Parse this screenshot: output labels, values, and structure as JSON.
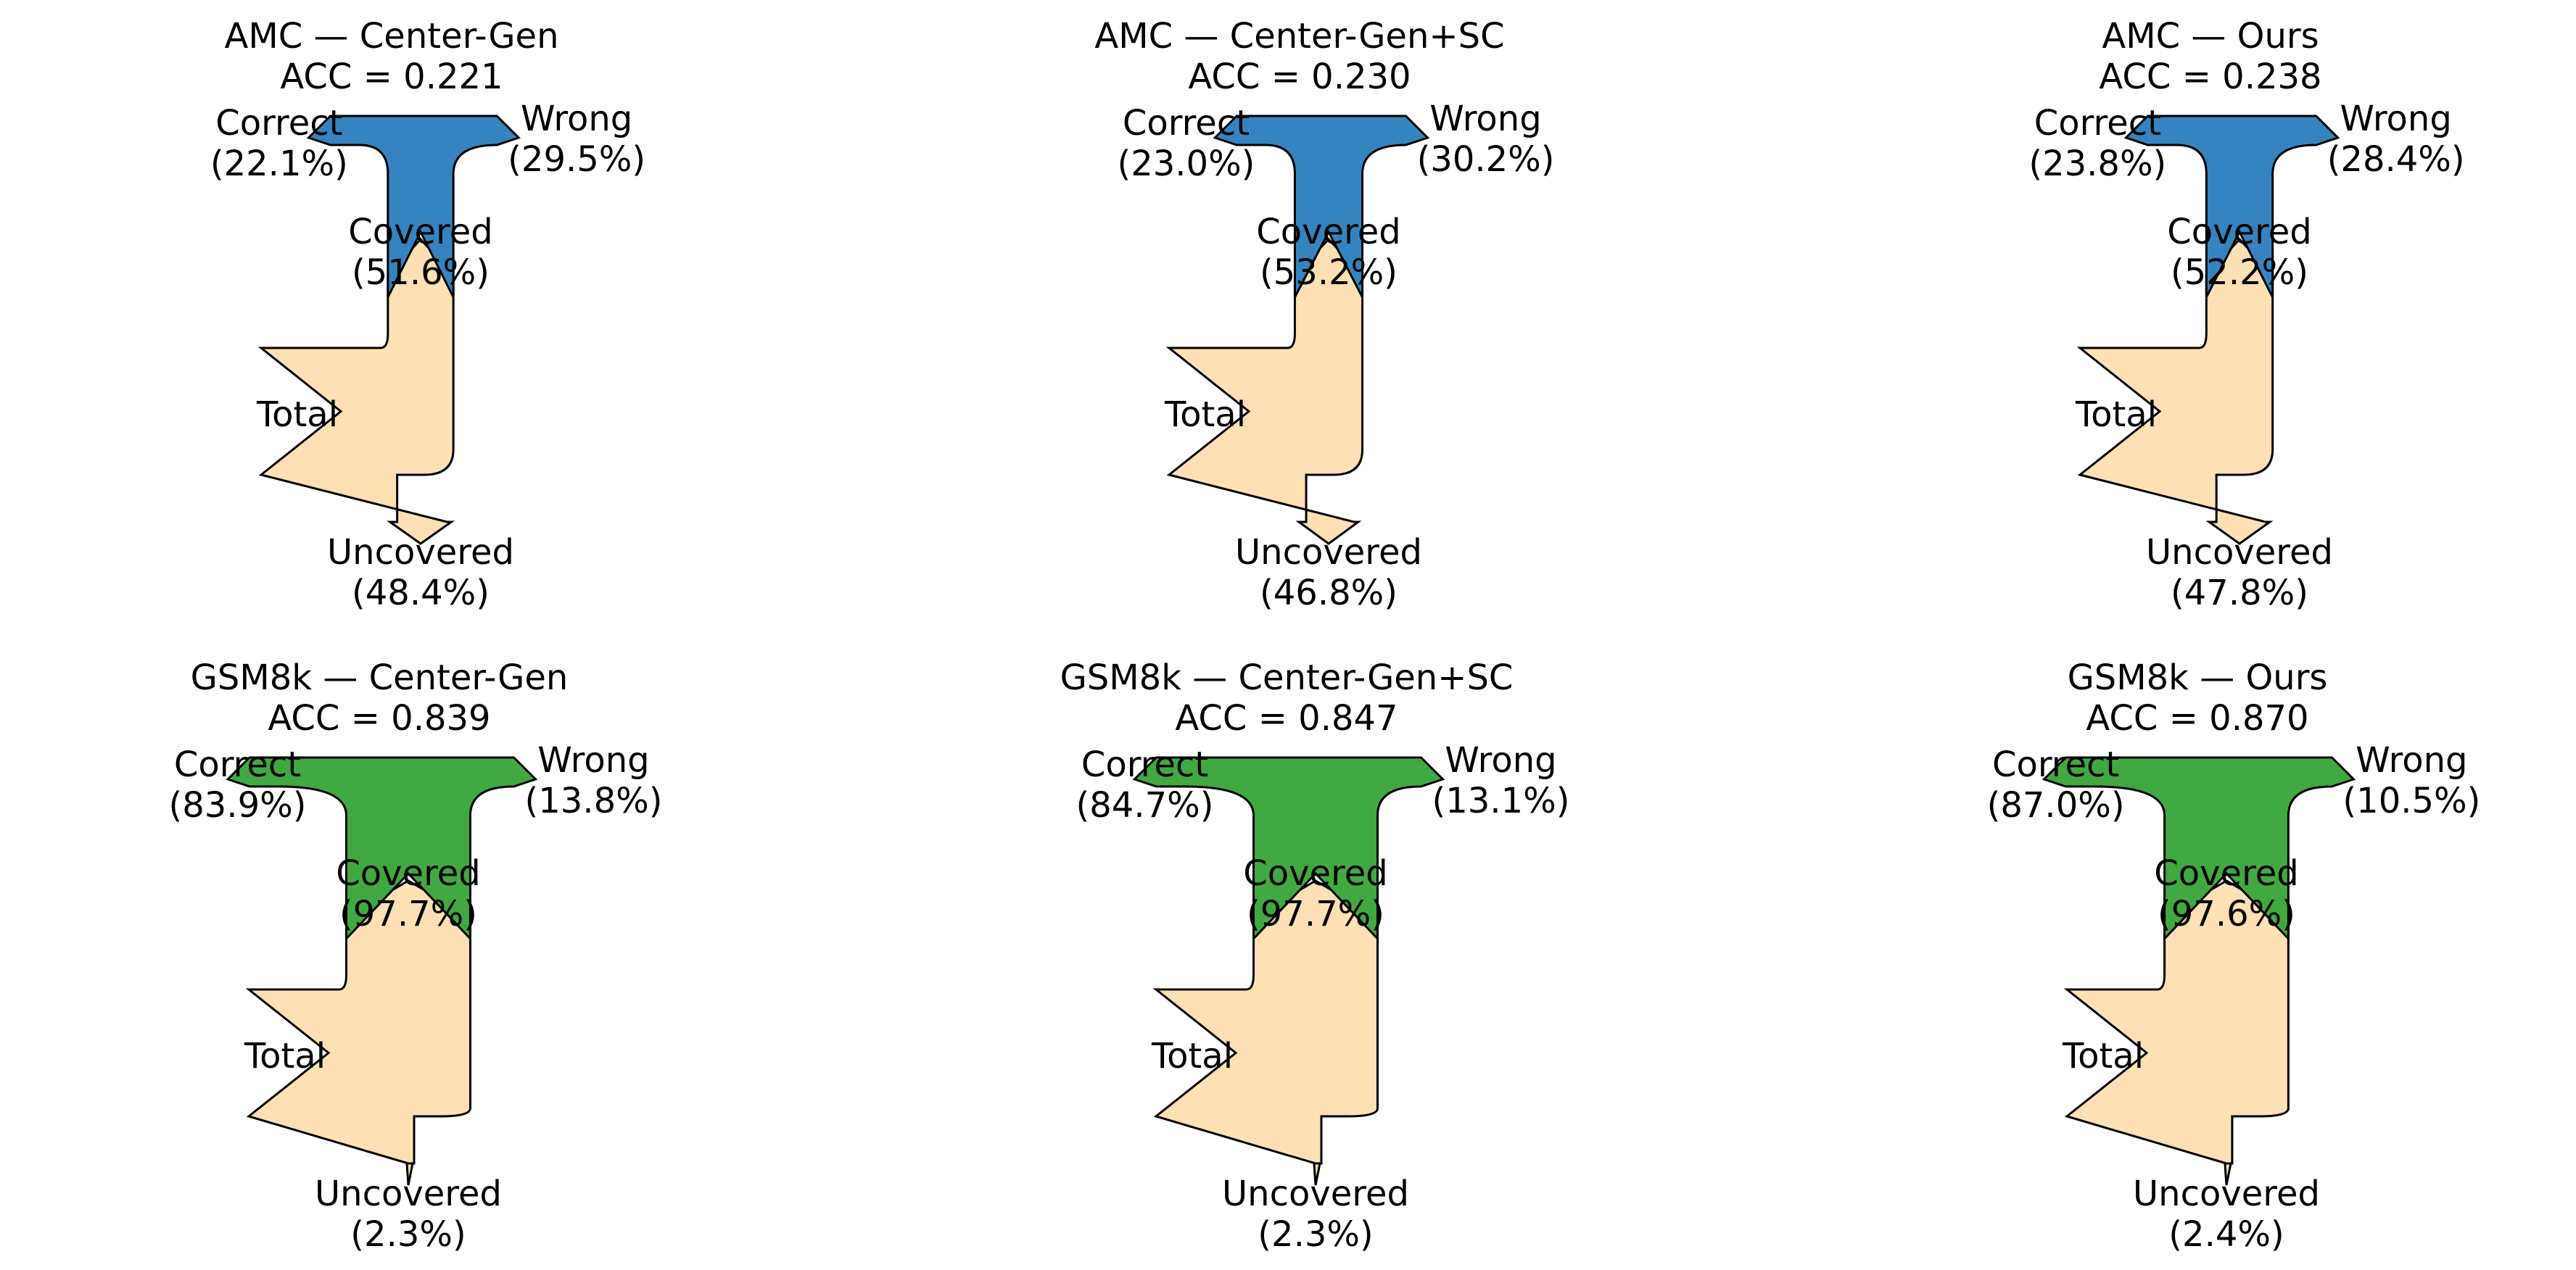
{
  "colors": {
    "amc_covered": "#3584bf",
    "gsm_covered": "#41a941",
    "total": "#fde0b4",
    "outline": "#000000"
  },
  "chart_data": [
    {
      "type": "sankey",
      "dataset": "AMC",
      "title": "AMC — Center-Gen",
      "subtitle": "ACC = 0.221",
      "labels": {
        "total": "Total",
        "covered": "Covered",
        "uncovered": "Uncovered",
        "correct": "Correct",
        "wrong": "Wrong"
      },
      "values": {
        "covered": 51.6,
        "uncovered": 48.4,
        "correct": 22.1,
        "wrong": 29.5
      },
      "value_labels": {
        "covered": "(51.6%)",
        "uncovered": "(48.4%)",
        "correct": "(22.1%)",
        "wrong": "(29.5%)"
      }
    },
    {
      "type": "sankey",
      "dataset": "AMC",
      "title": "AMC — Center-Gen+SC",
      "subtitle": "ACC = 0.230",
      "labels": {
        "total": "Total",
        "covered": "Covered",
        "uncovered": "Uncovered",
        "correct": "Correct",
        "wrong": "Wrong"
      },
      "values": {
        "covered": 53.2,
        "uncovered": 46.8,
        "correct": 23.0,
        "wrong": 30.2
      },
      "value_labels": {
        "covered": "(53.2%)",
        "uncovered": "(46.8%)",
        "correct": "(23.0%)",
        "wrong": "(30.2%)"
      }
    },
    {
      "type": "sankey",
      "dataset": "AMC",
      "title": "AMC — Ours",
      "subtitle": "ACC = 0.238",
      "labels": {
        "total": "Total",
        "covered": "Covered",
        "uncovered": "Uncovered",
        "correct": "Correct",
        "wrong": "Wrong"
      },
      "values": {
        "covered": 52.2,
        "uncovered": 47.8,
        "correct": 23.8,
        "wrong": 28.4
      },
      "value_labels": {
        "covered": "(52.2%)",
        "uncovered": "(47.8%)",
        "correct": "(23.8%)",
        "wrong": "(28.4%)"
      }
    },
    {
      "type": "sankey",
      "dataset": "GSM8k",
      "title": "GSM8k — Center-Gen",
      "subtitle": "ACC = 0.839",
      "labels": {
        "total": "Total",
        "covered": "Covered",
        "uncovered": "Uncovered",
        "correct": "Correct",
        "wrong": "Wrong"
      },
      "values": {
        "covered": 97.7,
        "uncovered": 2.3,
        "correct": 83.9,
        "wrong": 13.8
      },
      "value_labels": {
        "covered": "(97.7%)",
        "uncovered": "(2.3%)",
        "correct": "(83.9%)",
        "wrong": "(13.8%)"
      }
    },
    {
      "type": "sankey",
      "dataset": "GSM8k",
      "title": "GSM8k — Center-Gen+SC",
      "subtitle": "ACC = 0.847",
      "labels": {
        "total": "Total",
        "covered": "Covered",
        "uncovered": "Uncovered",
        "correct": "Correct",
        "wrong": "Wrong"
      },
      "values": {
        "covered": 97.7,
        "uncovered": 2.3,
        "correct": 84.7,
        "wrong": 13.1
      },
      "value_labels": {
        "covered": "(97.7%)",
        "uncovered": "(2.3%)",
        "correct": "(84.7%)",
        "wrong": "(13.1%)"
      }
    },
    {
      "type": "sankey",
      "dataset": "GSM8k",
      "title": "GSM8k — Ours",
      "subtitle": "ACC = 0.870",
      "labels": {
        "total": "Total",
        "covered": "Covered",
        "uncovered": "Uncovered",
        "correct": "Correct",
        "wrong": "Wrong"
      },
      "values": {
        "covered": 97.6,
        "uncovered": 2.4,
        "correct": 87.0,
        "wrong": 10.5
      },
      "value_labels": {
        "covered": "(97.6%)",
        "uncovered": "(2.4%)",
        "correct": "(87.0%)",
        "wrong": "(10.5%)"
      }
    }
  ]
}
